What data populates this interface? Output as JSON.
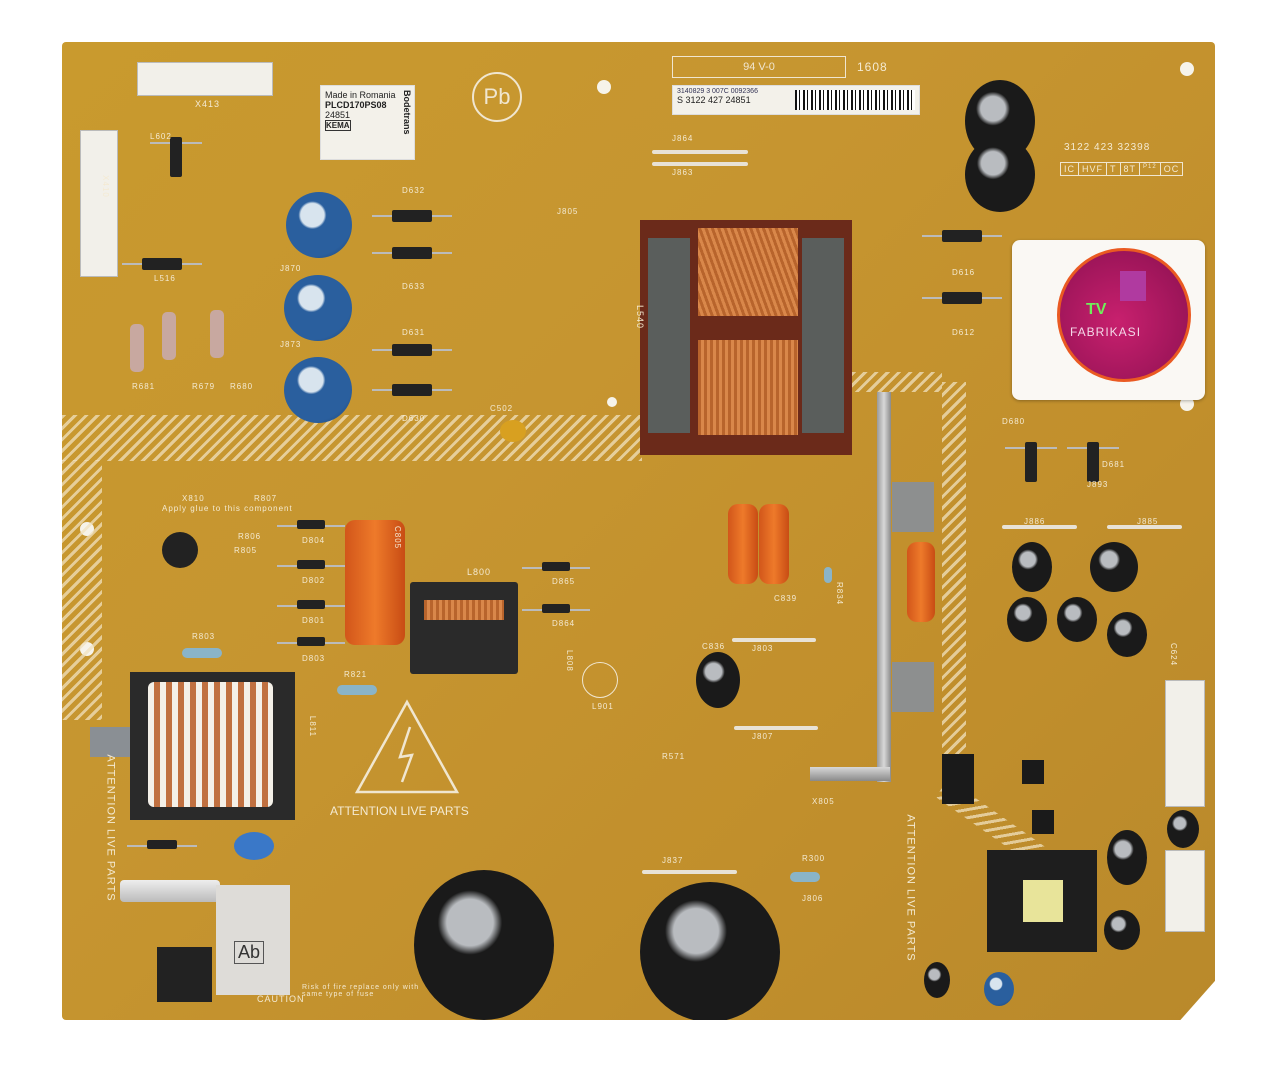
{
  "board_label": {
    "line1": "Made in Romania",
    "line2": "PLCD170PS08",
    "line3": "24851",
    "mark": "KEMA",
    "brand": "Bodetrans"
  },
  "ul_mark": "94 V-0",
  "date_code": "1608",
  "barcode_label": {
    "line1": "3140829 3   007C 0092366",
    "line2": "S 3122 427 24851"
  },
  "part_number": "3122 423 32398",
  "code_boxes": [
    "IC",
    "HVF",
    "T",
    "8T",
    "P12",
    "OC"
  ],
  "sticker": {
    "brand_top": "TV",
    "brand_bottom": "FABRIKASI"
  },
  "warning_text": "ATTENTION LIVE PARTS",
  "side_warning_left": "ATTENTION LIVE PARTS",
  "side_warning_right": "ATTENTION LIVE PARTS",
  "glue_note": "Apply glue to this component",
  "fuse_note": "Risk of fire replace only with same type of fuse",
  "caution": "CAUTION",
  "fuse_marking": "Ab",
  "refs": {
    "x413": "X413",
    "x410": "X410",
    "l516": "L516",
    "l602": "L602",
    "d632": "D632",
    "d633": "D633",
    "d631": "D631",
    "d630": "D630",
    "j870": "J870",
    "j873": "J873",
    "r681": "R681",
    "r679": "R679",
    "r680": "R680",
    "c502": "C502",
    "j864": "J864",
    "j863": "J863",
    "j805": "J805",
    "l540": "L540",
    "d616": "D616",
    "d612": "D612",
    "d680": "D680",
    "d681": "D681",
    "j886": "J886",
    "j885": "J885",
    "j893": "J893",
    "x810": "X810",
    "r807": "R807",
    "r806": "R806",
    "r805": "R805",
    "d804": "D804",
    "d802": "D802",
    "d801": "D801",
    "d803": "D803",
    "c805": "C805",
    "l800": "L800",
    "d865": "D865",
    "d864": "D864",
    "r803": "R803",
    "r821": "R821",
    "l811": "L811",
    "l808": "L808",
    "c836": "C836",
    "j803": "J803",
    "j807": "J807",
    "r571": "R571",
    "c839": "C839",
    "r834": "R834",
    "x805": "X805",
    "j837": "J837",
    "r300": "R300",
    "j806": "J806",
    "l901": "L901",
    "c624": "C624"
  }
}
